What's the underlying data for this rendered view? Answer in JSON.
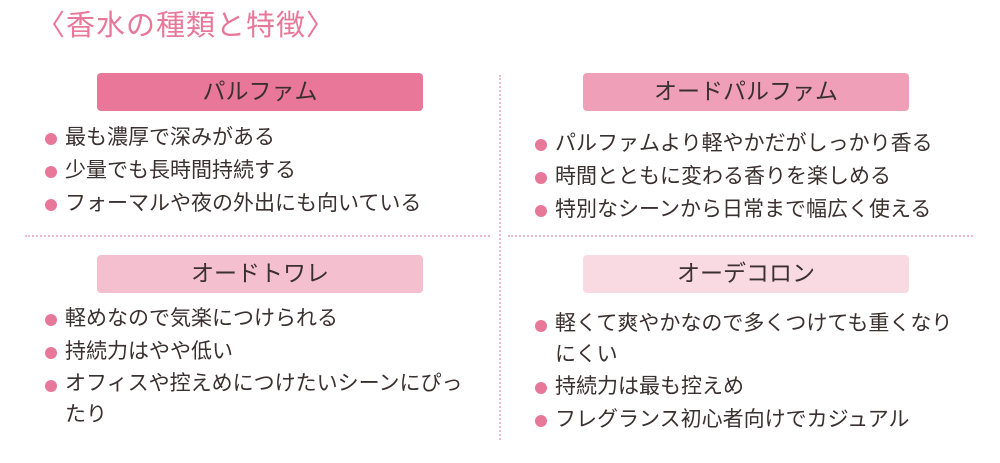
{
  "title": "〈香水の種類と特徴〉",
  "sections": [
    {
      "name": "パルファム",
      "color": "#e8779a",
      "items": [
        "最も濃厚で深みがある",
        "少量でも長時間持続する",
        "フォーマルや夜の外出にも向いている"
      ]
    },
    {
      "name": "オードパルファム",
      "color": "#efa0b8",
      "items": [
        "パルファムより軽やかだがしっかり香る",
        "時間とともに変わる香りを楽しめる",
        "特別なシーンから日常まで幅広く使える"
      ]
    },
    {
      "name": "オードトワレ",
      "color": "#f4c0d0",
      "items": [
        "軽めなので気楽につけられる",
        "持続力はやや低い",
        "オフィスや控えめにつけたいシーンにぴったり"
      ]
    },
    {
      "name": "オーデコロン",
      "color": "#f9d9e2",
      "items": [
        "軽くて爽やかなので多くつけても重くなりにくい",
        "持続力は最も控えめ",
        "フレグランス初心者向けでカジュアル"
      ]
    }
  ]
}
